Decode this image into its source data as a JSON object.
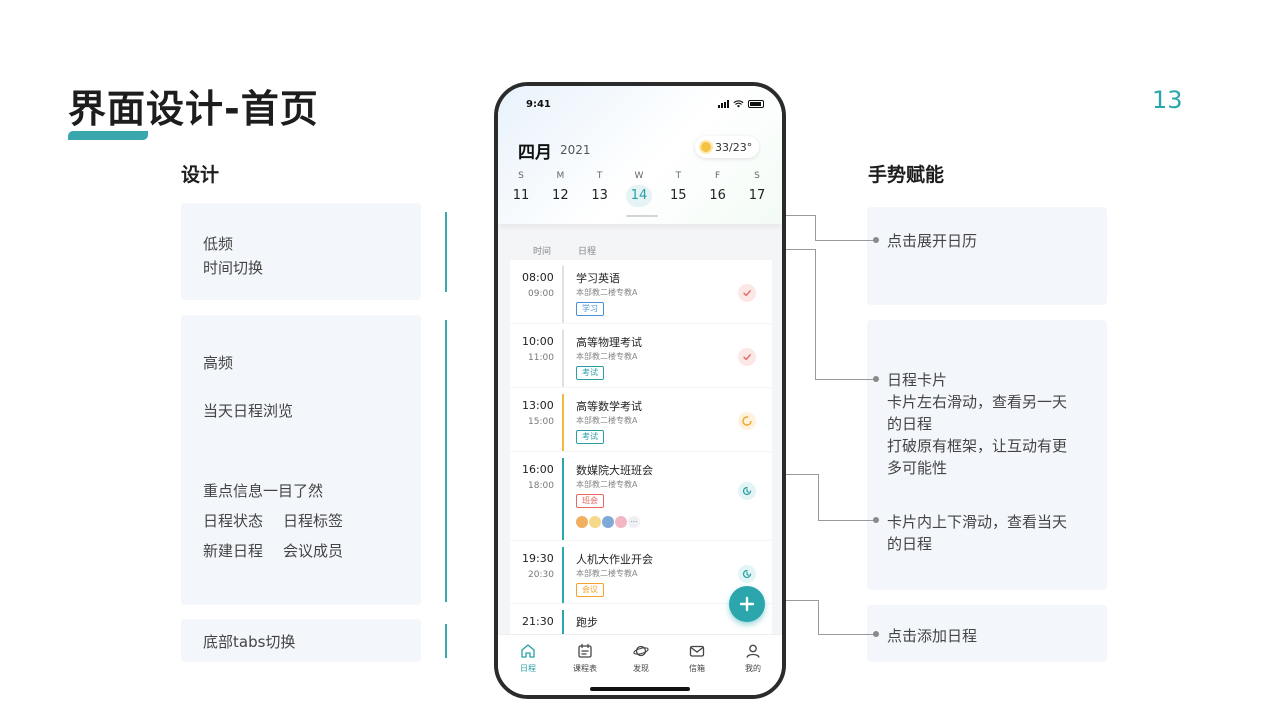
{
  "slide": {
    "title": "界面设计-首页",
    "page_number": "13"
  },
  "left": {
    "heading": "设计",
    "cards": [
      {
        "lines": [
          "低频",
          "时间切换"
        ]
      },
      {
        "lines": [
          "高频",
          "当天日程浏览",
          "重点信息一目了然",
          "日程状态",
          "日程标签",
          "新建日程",
          "会议成员"
        ]
      },
      {
        "lines": [
          "底部tabs切换"
        ]
      }
    ]
  },
  "right": {
    "heading": "手势赋能",
    "cards": [
      {
        "lines": [
          "点击展开日历"
        ]
      },
      {
        "lines": [
          "日程卡片",
          "卡片左右滑动，查看另一天",
          "的日程",
          "打破原有框架，让互动有更",
          "多可能性",
          "卡片内上下滑动，查看当天",
          "的日程"
        ]
      },
      {
        "lines": [
          "点击添加日程"
        ]
      }
    ]
  },
  "phone": {
    "status_time": "9:41",
    "month": "四月",
    "year": "2021",
    "weather": "33/23°",
    "week": [
      {
        "name": "S",
        "date": "11"
      },
      {
        "name": "M",
        "date": "12"
      },
      {
        "name": "T",
        "date": "13"
      },
      {
        "name": "W",
        "date": "14"
      },
      {
        "name": "T",
        "date": "15"
      },
      {
        "name": "F",
        "date": "16"
      },
      {
        "name": "S",
        "date": "17"
      }
    ],
    "col_time": "时间",
    "col_schedule": "日程",
    "events": [
      {
        "start": "08:00",
        "end": "09:00",
        "name": "学习英语",
        "location": "本部教二楼专教A",
        "tag": "学习",
        "tag_color": "#4a90d9",
        "status_icon": "check-icon",
        "status_color": "#e8675e"
      },
      {
        "start": "10:00",
        "end": "11:00",
        "name": "高等物理考试",
        "location": "本部教二楼专教A",
        "tag": "考试",
        "tag_color": "#2aa0a6",
        "status_icon": "check-icon",
        "status_color": "#e8675e"
      },
      {
        "start": "13:00",
        "end": "15:00",
        "name": "高等数学考试",
        "location": "本部教二楼专教A",
        "tag": "考试",
        "tag_color": "#2aa0a6",
        "status_icon": "progress-icon",
        "status_color": "#f2a32b"
      },
      {
        "start": "16:00",
        "end": "18:00",
        "name": "数媒院大班班会",
        "location": "本部教二楼专教A",
        "tag": "班会",
        "tag_color": "#e8675e",
        "status_icon": "pending-icon",
        "status_color": "#2aa0a6"
      },
      {
        "start": "19:30",
        "end": "20:30",
        "name": "人机大作业开会",
        "location": "本部教二楼专教A",
        "tag": "会议",
        "tag_color": "#f2a32b",
        "status_icon": "pending-icon",
        "status_color": "#2aa0a6"
      },
      {
        "start": "21:30",
        "end": "",
        "name": "跑步",
        "location": "",
        "tag": "",
        "tag_color": "#2aa0a6",
        "status_icon": "",
        "status_color": "#2aa0a6"
      }
    ],
    "tabs": [
      {
        "label": "日程",
        "icon": "home-icon"
      },
      {
        "label": "课程表",
        "icon": "timetable-icon"
      },
      {
        "label": "发现",
        "icon": "planet-icon"
      },
      {
        "label": "信箱",
        "icon": "mail-icon"
      },
      {
        "label": "我的",
        "icon": "user-icon"
      }
    ]
  },
  "colors": {
    "accent": "#2aa6ac",
    "card_bg": "#f3f6fa",
    "connector": "#9a9a9a"
  }
}
